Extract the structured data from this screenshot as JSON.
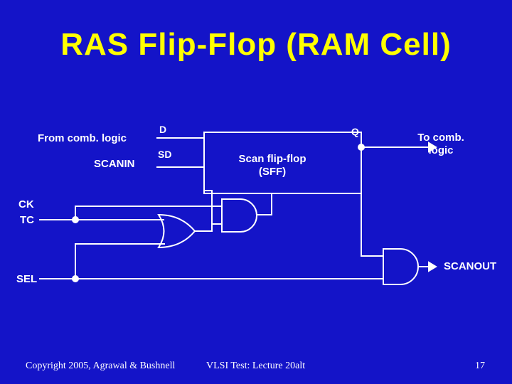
{
  "title": "RAS Flip-Flop (RAM Cell)",
  "labels": {
    "from_comb": "From comb. logic",
    "scanin": "SCANIN",
    "d": "D",
    "sd": "SD",
    "q": "Q",
    "ff_name_line1": "Scan flip-flop",
    "ff_name_line2": "(SFF)",
    "to_comb_line1": "To comb.",
    "to_comb_line2": "logic",
    "ck": "CK",
    "tc": "TC",
    "sel": "SEL",
    "scanout": "SCANOUT"
  },
  "footer": {
    "copyright": "Copyright 2005, Agrawal & Bushnell",
    "lecture": "VLSI Test: Lecture 20alt",
    "page": "17"
  },
  "colors": {
    "background": "#1414c8",
    "title": "#ffff00",
    "foreground": "#ffffff"
  }
}
